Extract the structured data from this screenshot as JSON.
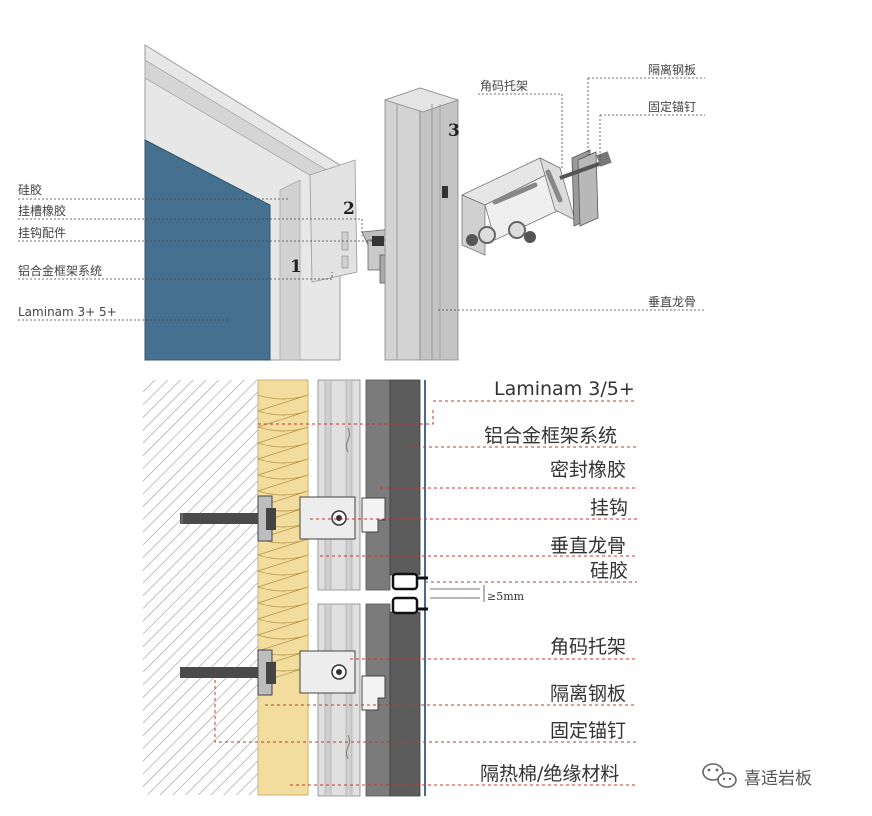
{
  "top_diagram": {
    "numbers": [
      "1",
      "2",
      "3"
    ],
    "left_labels": [
      "硅胶",
      "挂槽橡胶",
      "挂钩配件",
      "铝合金框架系统",
      "Laminam 3+ 5+"
    ],
    "right_labels": [
      "角码托架",
      "隔离钢板",
      "固定锚钉",
      "垂直龙骨"
    ]
  },
  "bottom_diagram": {
    "labels": [
      "Laminam 3/5+",
      "铝合金框架系统",
      "密封橡胶",
      "挂钩",
      "垂直龙骨",
      "硅胶",
      "角码托架",
      "隔离钢板",
      "固定锚钉",
      "隔热棉/绝缘材料"
    ],
    "gap_label": "≥5mm"
  },
  "brand": {
    "name": "喜适岩板",
    "icon": "wechat-icon"
  },
  "colors": {
    "panel_blue": "#45708f",
    "insulation_yellow": "#f3dd9e",
    "panel_dark": "#5c5c5c",
    "leader_red": "#c0392b"
  }
}
